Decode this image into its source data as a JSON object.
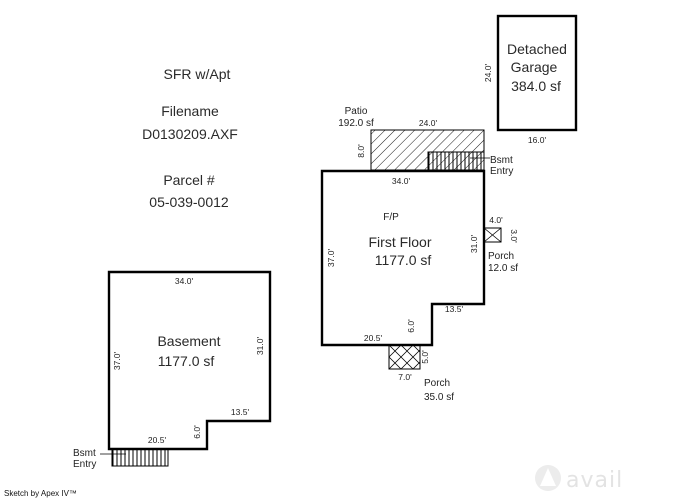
{
  "header": {
    "type": "SFR w/Apt",
    "filename_label": "Filename",
    "filename": "D0130209.AXF",
    "parcel_label": "Parcel #",
    "parcel": "05-039-0012"
  },
  "garage": {
    "label_line1": "Detached",
    "label_line2": "Garage",
    "area": "384.0 sf",
    "dim_side": "24.0'",
    "dim_bottom": "16.0'"
  },
  "patio": {
    "label": "Patio",
    "area": "192.0 sf",
    "dim_top": "24.0'",
    "dim_side": "8.0'"
  },
  "bsmt_entry_upper": {
    "line1": "Bsmt",
    "line2": "Entry"
  },
  "first_floor": {
    "label": "First Floor",
    "area": "1177.0 sf",
    "fp": "F/P",
    "dim_top": "34.0'",
    "dim_left": "37.0'",
    "dim_right": "31.0'",
    "dim_step_h": "13.5'",
    "dim_step_v": "6.0'",
    "dim_bottom": "20.5'"
  },
  "porch_small": {
    "label": "Porch",
    "area": "12.0 sf",
    "dim_w": "4.0'",
    "dim_h": "3.0'"
  },
  "porch_front": {
    "label": "Porch",
    "area": "35.0 sf",
    "dim_w": "7.0'",
    "dim_h": "5.0'"
  },
  "basement": {
    "label": "Basement",
    "area": "1177.0 sf",
    "dim_top": "34.0'",
    "dim_left": "37.0'",
    "dim_right": "31.0'",
    "dim_step_h": "13.5'",
    "dim_step_v": "6.0'",
    "dim_bottom": "20.5'"
  },
  "bsmt_entry_lower": {
    "line1": "Bsmt",
    "line2": "Entry"
  },
  "footer": {
    "credit": "Sketch by Apex IV™"
  },
  "watermark": {
    "text": "avail"
  }
}
